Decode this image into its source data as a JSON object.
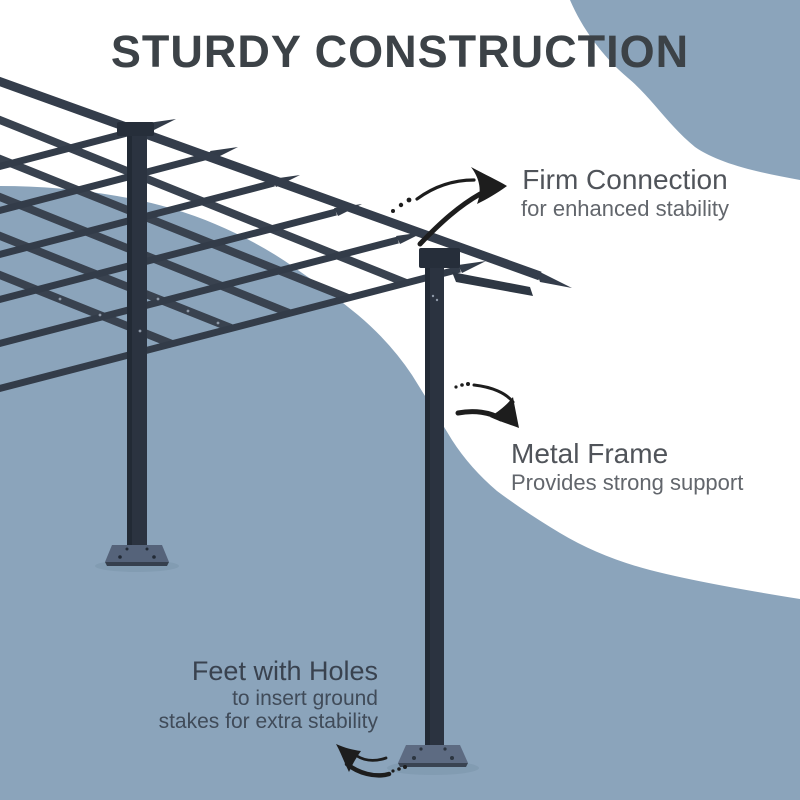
{
  "title": "STURDY CONSTRUCTION",
  "annotations": {
    "firm_connection": {
      "heading": "Firm Connection",
      "sub": "for enhanced stability"
    },
    "metal_frame": {
      "heading": "Metal Frame",
      "sub": "Provides strong support"
    },
    "feet": {
      "heading": "Feet with Holes",
      "sub_line1": "to insert ground",
      "sub_line2": "stakes for extra stability"
    }
  },
  "illustration_subject": "pergola-metal-frame",
  "icons": {
    "firm_connection_arrow": "curved-arrow-up-right",
    "metal_frame_arrow": "curved-arrow-down-right",
    "feet_arrow": "curved-arrow-up-left"
  },
  "colors": {
    "background": "#ffffff",
    "blob_blue": "#8ba4bb",
    "frame_beam": "#343d4b",
    "frame_post": "#2b3340",
    "foot_plate": "#57657c",
    "arrow_ink": "#1d1d1d",
    "title_text": "#3c4247",
    "heading_text": "#50545a",
    "sub_text": "#62666c",
    "feet_heading_text": "#39424f",
    "feet_sub_text": "#404b59"
  }
}
